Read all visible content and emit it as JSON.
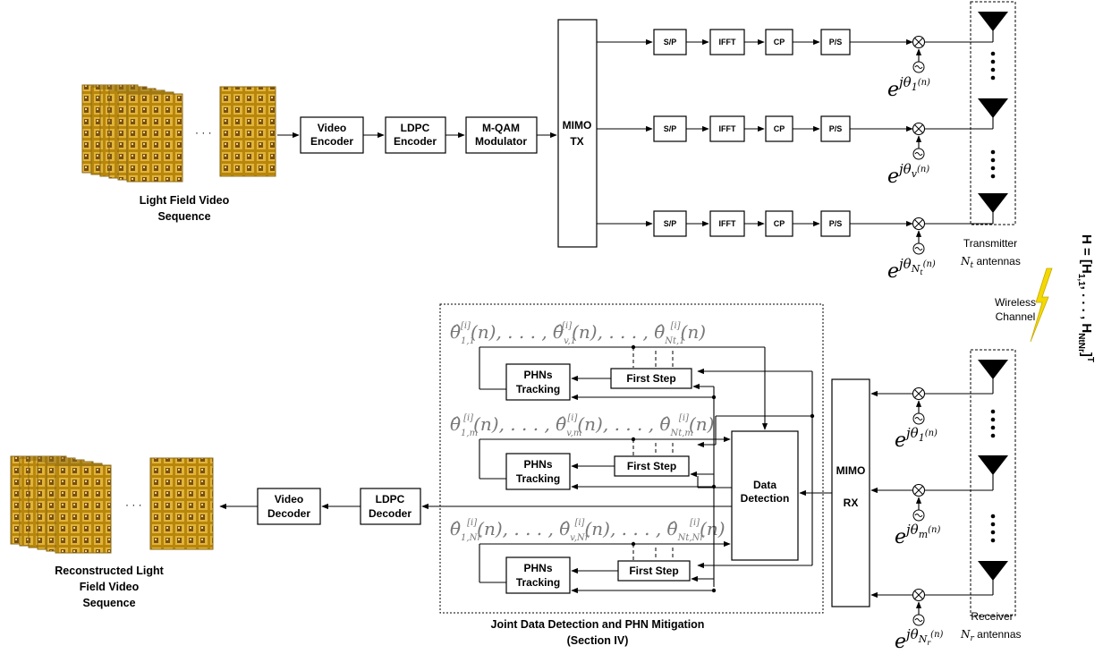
{
  "tx": {
    "video_label": "Light Field Video Sequence",
    "ellipsis": "· · ·",
    "video_encoder": [
      "Video",
      "Encoder"
    ],
    "ldpc_encoder": [
      "LDPC",
      "Encoder"
    ],
    "mqam": [
      "M-QAM",
      "Modulator"
    ],
    "mimo_tx": [
      "MIMO",
      "TX"
    ],
    "branch_blocks": [
      "S/P",
      "IFFT",
      "CP",
      "P/S"
    ],
    "phase_labels": [
      {
        "base": "e",
        "sup": "jθ",
        "sub": "1",
        "tail": "(n)"
      },
      {
        "base": "e",
        "sup": "jθ",
        "sub": "v",
        "tail": "(n)"
      },
      {
        "base": "e",
        "sup": "jθ",
        "sub": "Nt",
        "tail": "(n)"
      }
    ],
    "antennas_label_1": "Transmitter",
    "antennas_label_2": "Nt antennas"
  },
  "channel": {
    "wireless_1": "Wireless",
    "wireless_2": "Channel",
    "matrix": "H = [H1,1, . . . , HNtNr]T"
  },
  "rx": {
    "mimo_rx": [
      "MIMO",
      "RX"
    ],
    "phase_labels": [
      {
        "base": "e",
        "sup": "jθ",
        "sub": "1",
        "tail": "(n)"
      },
      {
        "base": "e",
        "sup": "jθ",
        "sub": "m",
        "tail": "(n)"
      },
      {
        "base": "e",
        "sup": "jθ",
        "sub": "Nr",
        "tail": "(n)"
      }
    ],
    "antennas_label_1": "Receiver",
    "antennas_label_2": "Nr antennas",
    "ldpc_decoder": [
      "LDPC",
      "Decoder"
    ],
    "video_decoder": [
      "Video",
      "Decoder"
    ],
    "reconstructed_label": [
      "Reconstructed Light",
      "Field Video",
      "Sequence"
    ],
    "ellipsis": "· · ·"
  },
  "jdd": {
    "phns_tracking": [
      "PHNs",
      "Tracking"
    ],
    "first_step": "First Step",
    "data_detection": [
      "Data",
      "Detection"
    ],
    "theta_rows": [
      "θ̂1,1[i](n), . . . , θ̂v,1[i](n), . . . , θ̂Nt,1[i](n)",
      "θ̂1,m[i](n), . . . , θ̂v,m[i](n), . . . , θ̂Nt,m[i](n)",
      "θ̂1,Nr[i](n), . . . , θ̂v,Nr[i](n), . . . , θ̂Nt,Nr[i](n)"
    ],
    "caption_1": "Joint Data Detection and PHN Mitigation",
    "caption_2": "(Section IV)"
  }
}
